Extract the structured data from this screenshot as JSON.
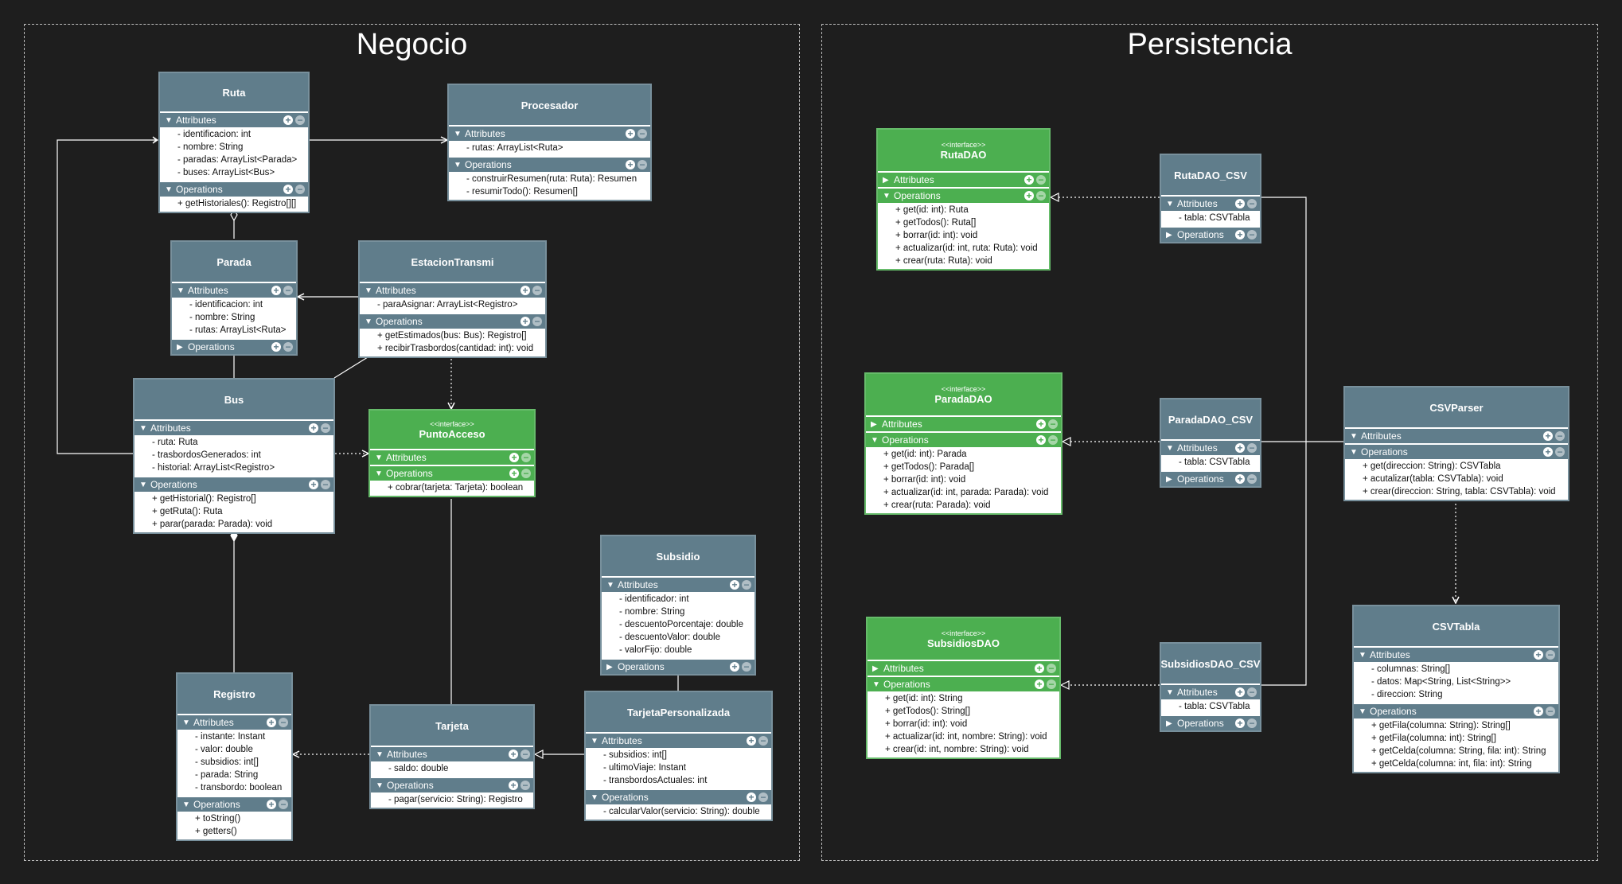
{
  "packages": {
    "negocio": {
      "title": "Negocio"
    },
    "persistencia": {
      "title": "Persistencia"
    }
  },
  "section_labels": {
    "attributes": "Attributes",
    "operations": "Operations"
  },
  "stereotype": "<<interface>>",
  "classes": {
    "ruta": {
      "name": "Ruta",
      "attributes": [
        "- identificacion: int",
        "- nombre: String",
        "- paradas: ArrayList<Parada>",
        "- buses: ArrayList<Bus>"
      ],
      "operations": [
        "+ getHistoriales(): Registro[][]"
      ]
    },
    "procesador": {
      "name": "Procesador",
      "attributes": [
        "- rutas: ArrayList<Ruta>"
      ],
      "operations": [
        "- construirResumen(ruta: Ruta): Resumen",
        "- resumirTodo(): Resumen[]"
      ]
    },
    "parada": {
      "name": "Parada",
      "attributes": [
        "- identificacion: int",
        "- nombre: String",
        "- rutas: ArrayList<Ruta>"
      ],
      "operations": []
    },
    "estacion": {
      "name": "EstacionTransmi",
      "attributes": [
        "- paraAsignar: ArrayList<Registro>"
      ],
      "operations": [
        "+ getEstimados(bus: Bus): Registro[]",
        "+ recibirTrasbordos(cantidad: int): void"
      ]
    },
    "bus": {
      "name": "Bus",
      "attributes": [
        "- ruta: Ruta",
        "- trasbordosGenerados: int",
        "- historial: ArrayList<Registro>"
      ],
      "operations": [
        "+ getHistorial(): Registro[]",
        "+ getRuta(): Ruta",
        "+ parar(parada: Parada): void"
      ]
    },
    "puntoacceso": {
      "name": "PuntoAcceso",
      "attributes": [],
      "operations": [
        "+ cobrar(tarjeta: Tarjeta): boolean"
      ]
    },
    "subsidio": {
      "name": "Subsidio",
      "attributes": [
        "- identificador: int",
        "- nombre: String",
        "- descuentoPorcentaje: double",
        "- descuentoValor: double",
        "- valorFijo: double"
      ],
      "operations": []
    },
    "registro": {
      "name": "Registro",
      "attributes": [
        "- instante: Instant",
        "- valor: double",
        "- subsidios: int[]",
        "- parada: String",
        "- transbordo: boolean"
      ],
      "operations": [
        "+ toString()",
        "+ getters()"
      ]
    },
    "tarjeta": {
      "name": "Tarjeta",
      "attributes": [
        "- saldo: double"
      ],
      "operations": [
        "- pagar(servicio: String): Registro"
      ]
    },
    "tarjetapers": {
      "name": "TarjetaPersonalizada",
      "attributes": [
        "- subsidios: int[]",
        "- ultimoViaje: Instant",
        "- transbordosActuales: int"
      ],
      "operations": [
        "- calcularValor(servicio: String): double"
      ]
    },
    "rutadao": {
      "name": "RutaDAO",
      "attributes": [],
      "operations": [
        "+ get(id: int): Ruta",
        "+ getTodos(): Ruta[]",
        "+ borrar(id: int): void",
        "+ actualizar(id: int, ruta: Ruta): void",
        "+ crear(ruta: Ruta): void"
      ]
    },
    "rutadaocsv": {
      "name": "RutaDAO_CSV",
      "attributes": [
        "- tabla: CSVTabla"
      ],
      "operations": []
    },
    "paradadao": {
      "name": "ParadaDAO",
      "attributes": [],
      "operations": [
        "+ get(id: int): Parada",
        "+ getTodos(): Parada[]",
        "+ borrar(id: int): void",
        "+ actualizar(id: int, parada: Parada): void",
        "+ crear(ruta: Parada): void"
      ]
    },
    "paradadaocsv": {
      "name": "ParadaDAO_CSV",
      "attributes": [
        "- tabla: CSVTabla"
      ],
      "operations": []
    },
    "csvparser": {
      "name": "CSVParser",
      "attributes": [],
      "operations": [
        "+ get(direccion: String): CSVTabla",
        "+ acutalizar(tabla: CSVTabla): void",
        "+ crear(direccion: String, tabla: CSVTabla): void"
      ]
    },
    "subsidiosdao": {
      "name": "SubsidiosDAO",
      "attributes": [],
      "operations": [
        "+ get(id: int): String",
        "+ getTodos(): String[]",
        "+ borrar(id: int): void",
        "+ actualizar(id: int, nombre: String): void",
        "+ crear(id: int, nombre: String): void"
      ]
    },
    "subsidiosdaocsv": {
      "name": "SubsidiosDAO_CSV",
      "attributes": [
        "- tabla: CSVTabla"
      ],
      "operations": []
    },
    "csvtabla": {
      "name": "CSVTabla",
      "attributes": [
        "- columnas: String[]",
        "- datos: Map<String, List<String>>",
        "- direccion: String"
      ],
      "operations": [
        "+ getFila(columna: String): String[]",
        "+ getFila(columna: int): String[]",
        "+ getCelda(columna: String, fila: int): String",
        "+ getCelda(columna: int, fila: int): String"
      ]
    }
  },
  "colors": {
    "class_header": "#607d8b",
    "interface_header": "#4caf50",
    "background": "#1e1e1e"
  }
}
